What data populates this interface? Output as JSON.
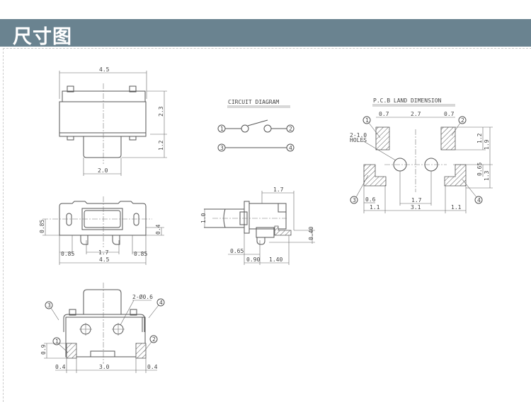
{
  "header": {
    "title": "尺寸图",
    "background": "#6a8390"
  },
  "top_view": {
    "width": "4.5",
    "height_body": "2.3",
    "height_plunger": "1.2",
    "plunger_width": "2.0"
  },
  "circuit": {
    "title": "CIRCUIT DIAGRAM",
    "pins": [
      "1",
      "2",
      "3",
      "4"
    ]
  },
  "pcb": {
    "title": "P.C.B LAND DIMENSION",
    "pad_w_left": "0.7",
    "pad_gap": "2.7",
    "pad_w_right": "0.7",
    "pad_h": "1.2",
    "pitch_v": "1.9",
    "lower_step": "0.65",
    "lower_h": "1.3",
    "lower_tab": "0.6",
    "hole_pitch": "1.7",
    "outer_left": "1.1",
    "outer_mid": "3.1",
    "outer_right": "1.1",
    "holes_label": "2-1.0",
    "holes_label2": "HOLES",
    "pins": [
      "1",
      "2",
      "3",
      "4"
    ]
  },
  "front_view": {
    "left_h": "0.85",
    "bottom_left": "0.85",
    "center": "1.7",
    "bottom_right": "0.85",
    "total": "4.5",
    "right_h": "0.4"
  },
  "side_view": {
    "top": "1.7",
    "plunger_h": "1.0",
    "right_h": "0.40",
    "offset": "0.65",
    "left_base": "0.90",
    "right_base": "1.40"
  },
  "bottom_view": {
    "holes": "2-Ø0.6",
    "pad_h": "0.9",
    "left": "0.4",
    "center": "3.0",
    "right": "0.4",
    "pins": [
      "1",
      "2",
      "3",
      "4"
    ]
  }
}
